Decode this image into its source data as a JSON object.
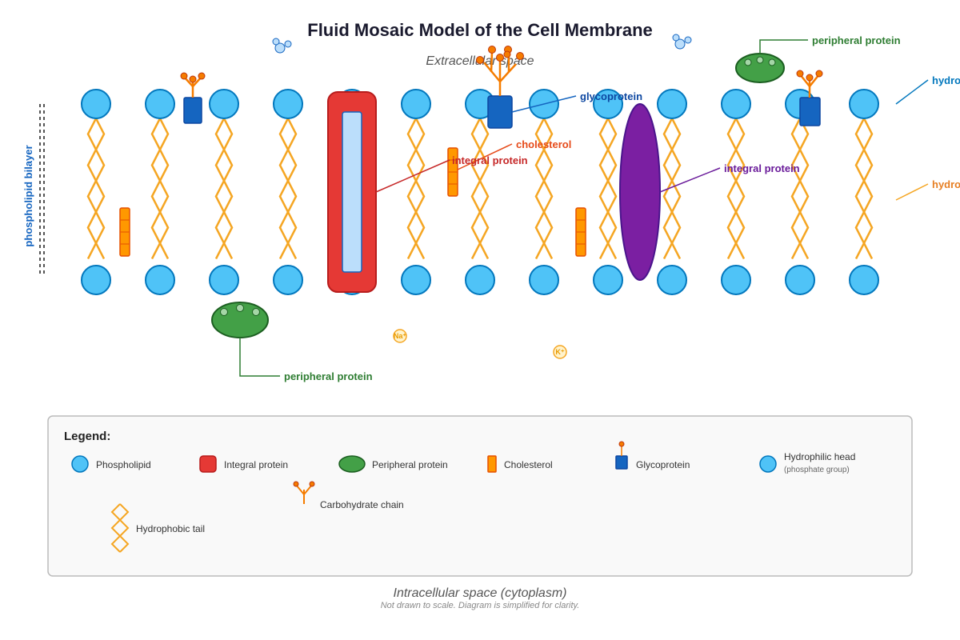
{
  "title": "Fluid Mosaic Model of the Cell Membrane",
  "regions": {
    "extracellular": "Extracellular space",
    "intracellular": "Intracellular space (cytoplasm)",
    "footnote": "Not drawn to scale. Diagram is simplified for clarity."
  },
  "side_label": "phospholipid bilayer",
  "callouts": {
    "peripheral_top": "peripheral protein",
    "hydrophilic_cut": "hydro",
    "glycoprotein": "glycoprotein",
    "cholesterol": "cholesterol",
    "integral_red": "integral protein",
    "integral_purple": "integral protein",
    "hydrophobic_cut": "hydro",
    "peripheral_bottom": "peripheral protein"
  },
  "ions": {
    "sodium": "Na⁺",
    "potassium": "K⁺"
  },
  "legend": {
    "title": "Legend:",
    "phospholipid": "Phospholipid",
    "integral": "Integral protein",
    "peripheral": "Peripheral protein",
    "cholesterol": "Cholesterol",
    "glycoprotein": "Glycoprotein",
    "hydrophilic": "Hydrophilic head",
    "hydrophilic_sub": "(phosphate group)",
    "carbohydrate": "Carbohydrate chain",
    "hydrophobic": "Hydrophobic tail"
  },
  "colors": {
    "head": "#4fc3f7",
    "head_stroke": "#0277bd",
    "tail": "#f5a623",
    "integral": "#e53935",
    "channel": "#bbdefb",
    "peripheral": "#43a047",
    "cholesterol": "#ff9800",
    "glycoprotein": "#1565c0",
    "carbohydrate": "#f57c00",
    "purple": "#7b1fa2"
  },
  "icons": {
    "phospholipid_head": "circle",
    "tail": "zigzag-pair",
    "carbohydrate": "branched-chain",
    "ion": "small-circle"
  }
}
